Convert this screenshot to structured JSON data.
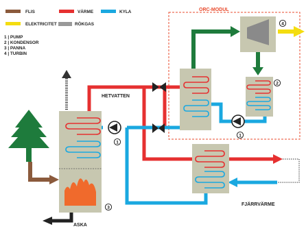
{
  "legend": {
    "items": [
      {
        "label": "FLIS",
        "color": "#8b5a3c",
        "kind": "line"
      },
      {
        "label": "VÄRME",
        "color": "#e63030",
        "kind": "line"
      },
      {
        "label": "KYLA",
        "color": "#1aa8e0",
        "kind": "line"
      },
      {
        "label": "ELEKTRICITET",
        "color": "#f4dd10",
        "kind": "line"
      },
      {
        "label": "RÖKGAS",
        "color": "#333333",
        "kind": "hatch"
      }
    ],
    "key": [
      "1 | PUMP",
      "2 | KONDENSOR",
      "3 | PANNA",
      "4 | TURBIN"
    ]
  },
  "labels": {
    "orc_module": "ORC-MODUL",
    "hetvatten": "HETVATTEN",
    "fjarrvarme": "FJÄRRVÄRME",
    "aska": "ASKA"
  },
  "markers": {
    "pump_1a": "1",
    "pump_1b": "1",
    "condenser": "2",
    "boiler": "3",
    "turbine": "4"
  },
  "colors": {
    "equipment": "#c7c7b0",
    "heat": "#e63030",
    "cool": "#1aa8e0",
    "fuel": "#8b5a3c",
    "orc_loop": "#1e7b3c",
    "electricity": "#f4dd10",
    "fire": "#f06a2c",
    "tree": "#1e7b3c",
    "turbine": "#8a8a8a",
    "orc_border": "#e8492b"
  }
}
